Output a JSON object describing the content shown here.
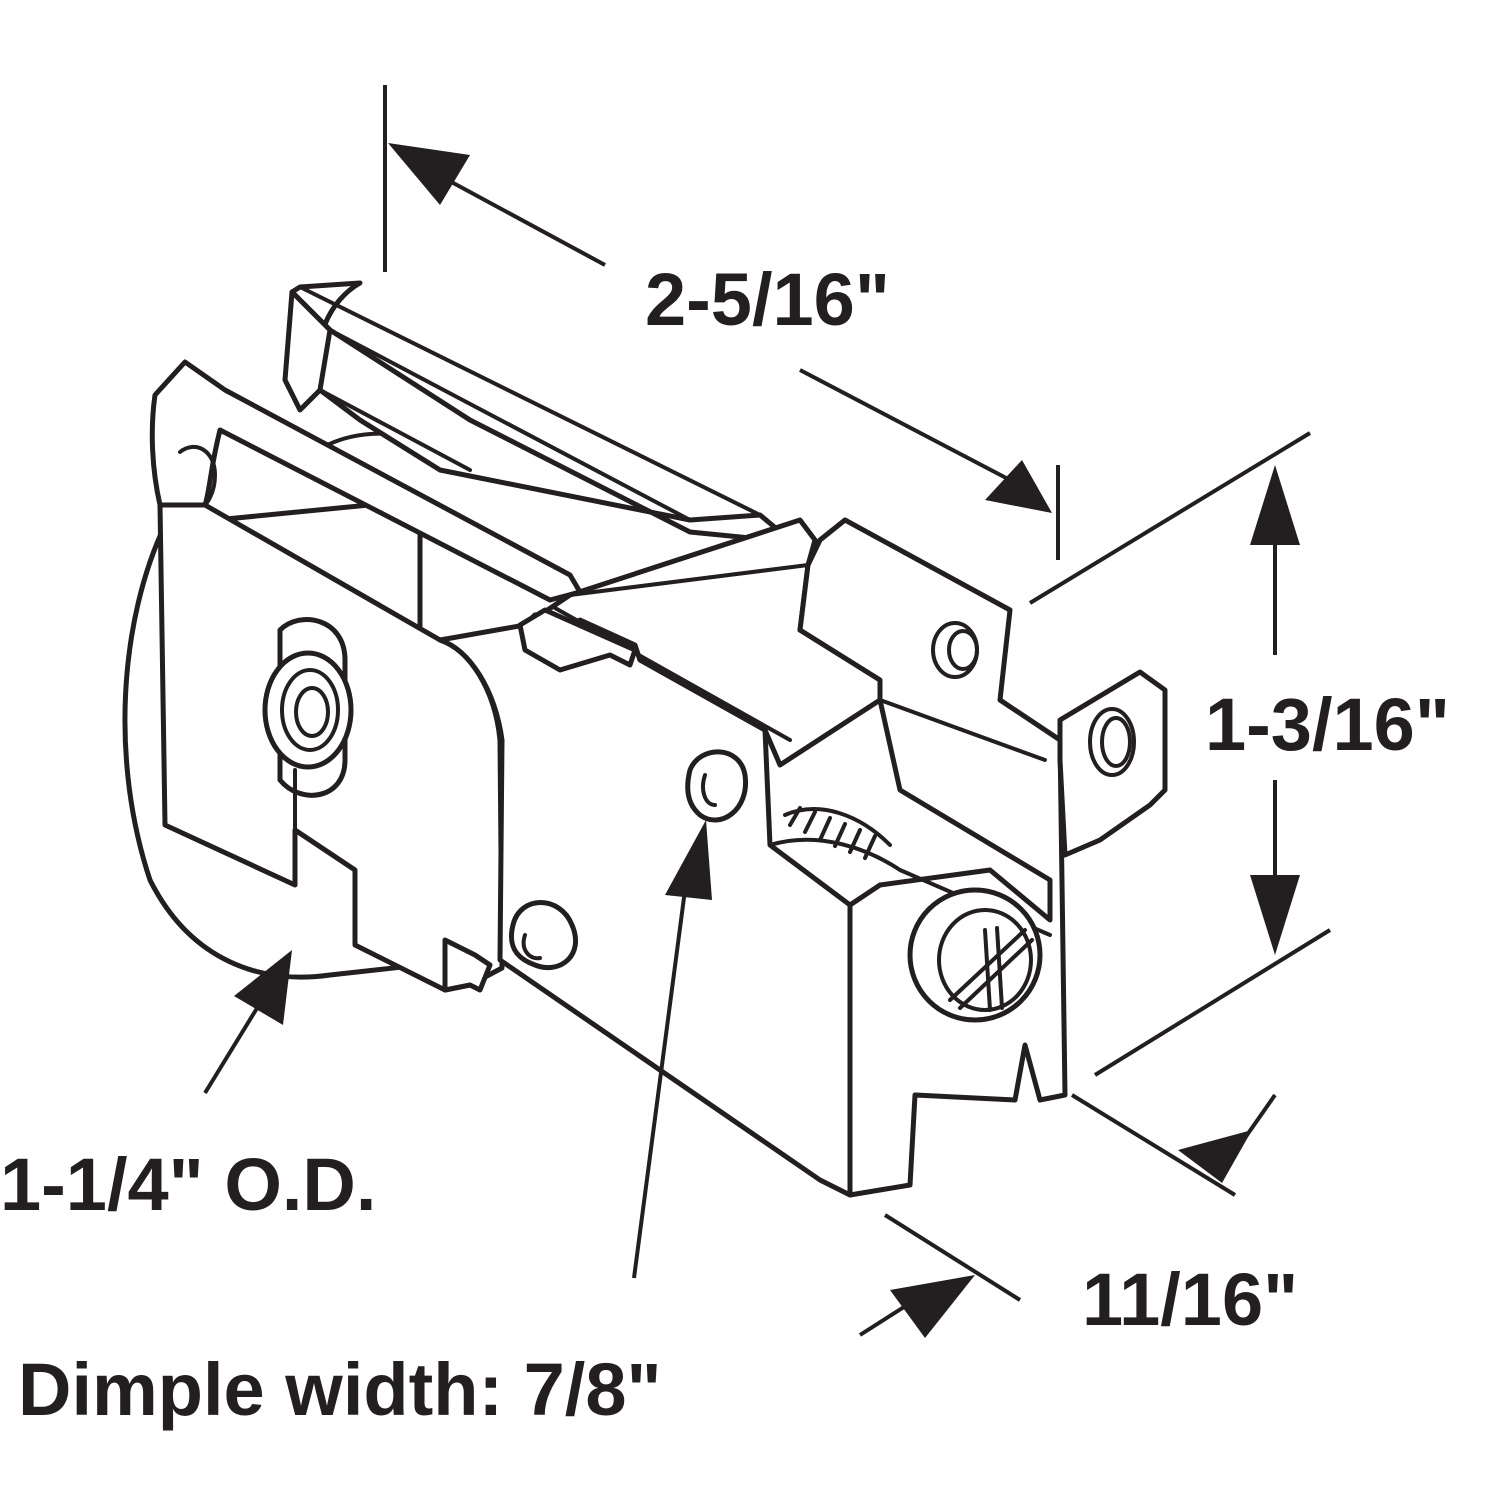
{
  "dimensions": {
    "length": "2-5/16\"",
    "height": "1-3/16\"",
    "wheel_od": "1-1/4\" O.D.",
    "width": "11/16\"",
    "dimple": "Dimple width: 7/8\""
  },
  "colors": {
    "ink": "#231f20",
    "background": "#ffffff"
  }
}
